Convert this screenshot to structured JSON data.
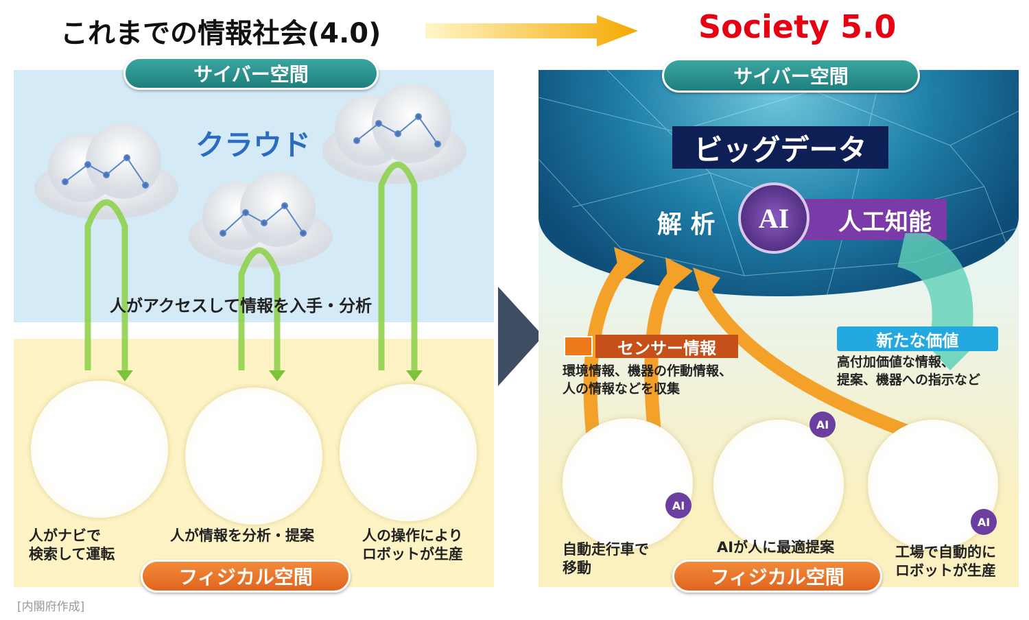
{
  "header": {
    "left_title": "これまでの情報社会(4.0)",
    "right_title": "Society 5.0",
    "right_title_color": "#e60012"
  },
  "left": {
    "cyber_label": "サイバー空間",
    "cloud_label": "クラウド",
    "access_text": "人がアクセスして情報を入手・分析",
    "examples": [
      {
        "caption": "人がナビで\n検索して運転"
      },
      {
        "caption": "人が情報を分析・提案"
      },
      {
        "caption": "人の操作により\nロボットが生産"
      }
    ],
    "physical_label": "フィジカル空間",
    "source": "[内閣府作成]"
  },
  "right": {
    "cyber_label": "サイバー空間",
    "bigdata": "ビッグデータ",
    "analysis": "解 析",
    "ai": "AI",
    "ai_label": "人工知能",
    "sensor_label": "センサー情報",
    "sensor_text": "環境情報、機器の作動情報、\n人の情報などを収集",
    "value_label": "新たな価値",
    "value_text": "高付加価値な情報、\n提案、機器への指示など",
    "examples": [
      {
        "caption": "自動走行車で\n移動"
      },
      {
        "caption": "AIが人に最適提案"
      },
      {
        "caption": "工場で自動的に\nロボットが生産"
      }
    ],
    "badge": "AI",
    "physical_label": "フィジカル空間"
  }
}
